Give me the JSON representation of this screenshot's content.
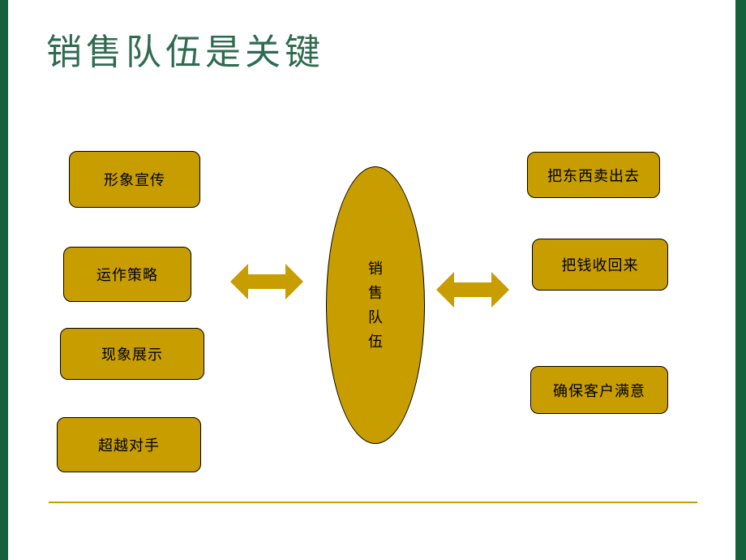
{
  "slide": {
    "title": "销售队伍是关键"
  },
  "center": {
    "label": "销售队伍"
  },
  "left_boxes": [
    {
      "label": "形象宣传"
    },
    {
      "label": "运作策略"
    },
    {
      "label": "现象展示"
    },
    {
      "label": "超越对手"
    }
  ],
  "right_boxes": [
    {
      "label": "把东西卖出去"
    },
    {
      "label": "把钱收回来"
    },
    {
      "label": "确保客户满意"
    }
  ],
  "colors": {
    "shape_gold": "#c79d00",
    "title_green": "#2f6b50",
    "edge_green": "#14613c",
    "shape_border": "#000000"
  }
}
